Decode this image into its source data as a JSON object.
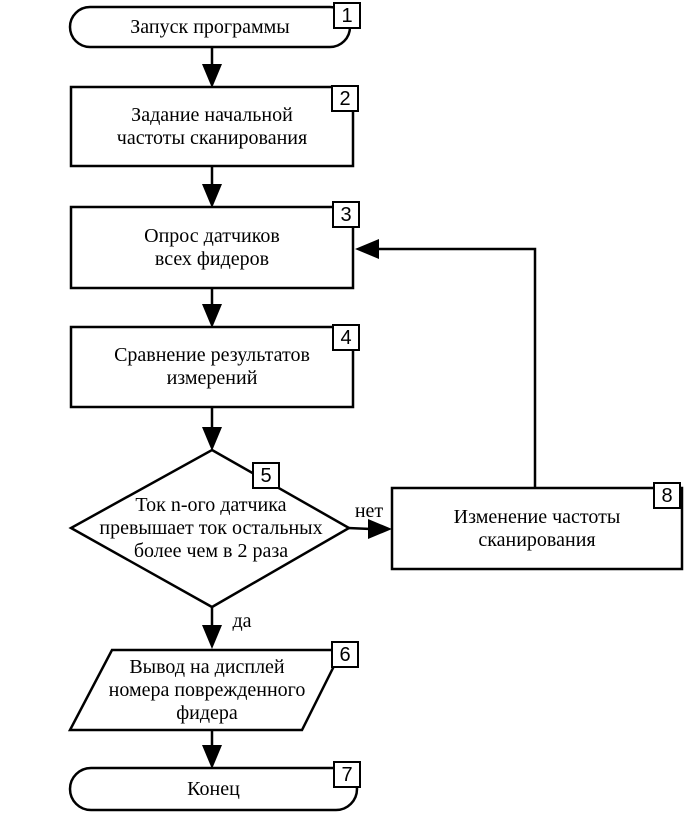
{
  "diagram": {
    "type": "flowchart",
    "language": "ru",
    "colors": {
      "stroke": "#000000",
      "node_fill": "#ffffff",
      "background": "#ffffff",
      "text": "#000000"
    },
    "nodes": [
      {
        "id": "1",
        "type": "terminator",
        "label": "Запуск программы"
      },
      {
        "id": "2",
        "type": "process",
        "label": "Задание начальной\nчастоты сканирования"
      },
      {
        "id": "3",
        "type": "process",
        "label": "Опрос датчиков\nвсех фидеров"
      },
      {
        "id": "4",
        "type": "process",
        "label": "Сравнение результатов\nизмерений"
      },
      {
        "id": "5",
        "type": "decision",
        "label": "Ток n-ого датчика\nпревышает ток остальных\nболее чем в 2 раза"
      },
      {
        "id": "6",
        "type": "input-output",
        "label": "Вывод на дисплей\nномера поврежденного\nфидера"
      },
      {
        "id": "7",
        "type": "terminator",
        "label": "Конец"
      },
      {
        "id": "8",
        "type": "process",
        "label": "Изменение частоты\nсканирования"
      }
    ],
    "edges": [
      {
        "from": "1",
        "to": "2",
        "label": ""
      },
      {
        "from": "2",
        "to": "3",
        "label": ""
      },
      {
        "from": "3",
        "to": "4",
        "label": ""
      },
      {
        "from": "4",
        "to": "5",
        "label": ""
      },
      {
        "from": "5",
        "to": "6",
        "label": "да"
      },
      {
        "from": "5",
        "to": "8",
        "label": "нет"
      },
      {
        "from": "8",
        "to": "3",
        "label": ""
      },
      {
        "from": "6",
        "to": "7",
        "label": ""
      }
    ]
  }
}
